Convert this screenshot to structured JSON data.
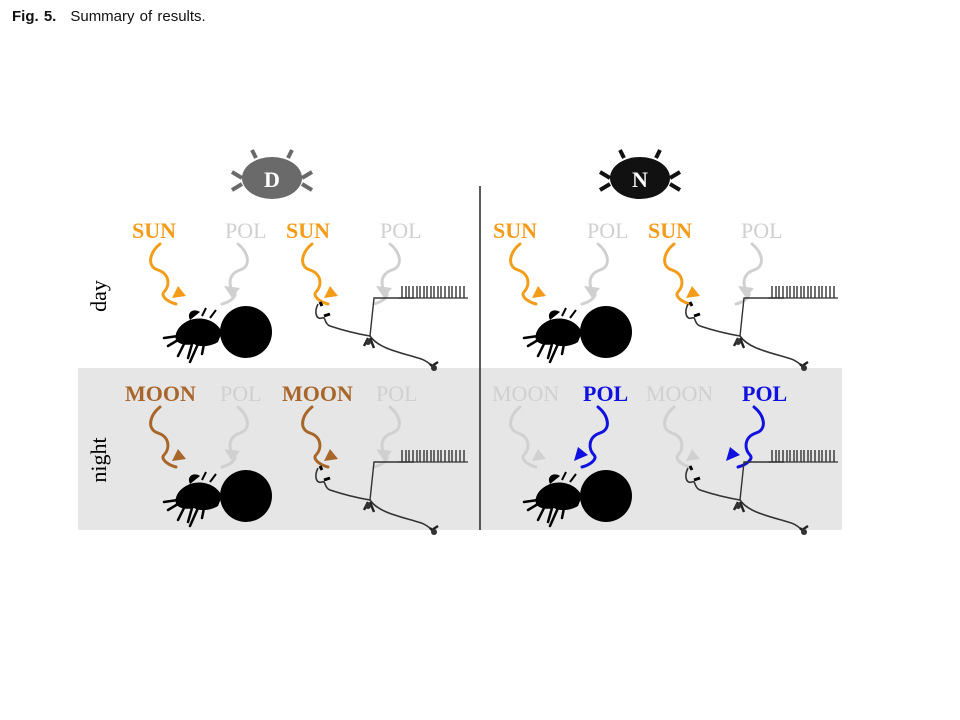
{
  "caption": {
    "fig_label": "Fig. 5.",
    "title": "Summary of results."
  },
  "colors": {
    "sun": "#f39c1a",
    "moon": "#a8662a",
    "pol_active": "#1010e0",
    "inactive": "#d0d0d0",
    "night_bg": "#e6e6e6",
    "diurnal_badge": "#6a6a6a",
    "nocturnal_badge": "#111111"
  },
  "columns": [
    {
      "badge": "D",
      "kind": "diurnal"
    },
    {
      "badge": "N",
      "kind": "nocturnal"
    }
  ],
  "rows": [
    {
      "label": "day"
    },
    {
      "label": "night"
    }
  ],
  "cues": {
    "day_D_behaviour": [
      "SUN",
      "POL"
    ],
    "day_D_neural": [
      "SUN",
      "POL"
    ],
    "day_N_behaviour": [
      "SUN",
      "POL"
    ],
    "day_N_neural": [
      "SUN",
      "POL"
    ],
    "night_D_behaviour": [
      "MOON",
      "POL"
    ],
    "night_D_neural": [
      "MOON",
      "POL"
    ],
    "night_N_behaviour": [
      "MOON",
      "POL"
    ],
    "night_N_neural": [
      "MOON",
      "POL"
    ]
  },
  "icons": {
    "beetle": "dung-beetle-with-ball-icon",
    "neuron": "neuron-with-spike-train-icon"
  }
}
